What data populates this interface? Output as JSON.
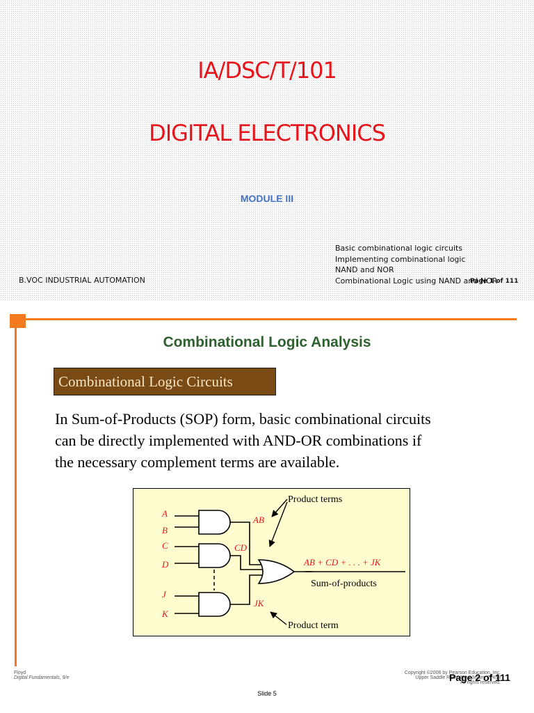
{
  "slide1": {
    "course_code": "IA/DSC/T/101",
    "course_title": "DIGITAL ELECTRONICS",
    "module": "MODULE III",
    "topics": [
      "Basic combinational logic circuits",
      "Implementing combinational logic",
      "NAND and NOR",
      "Combinational Logic using NAND and NOR"
    ],
    "program": "B.VOC INDUSTRIAL AUTOMATION",
    "page_label": "Page 1 of 111"
  },
  "slide2": {
    "heading": "Combinational Logic Analysis",
    "subheading": "Combinational Logic Circuits",
    "paragraph_lines": [
      "In Sum-of-Products (SOP) form, basic combinational circuits",
      "can be directly implemented with AND-OR combinations if",
      "the necessary complement terms are available."
    ],
    "diagram": {
      "inputs": [
        "A",
        "B",
        "C",
        "D",
        "J",
        "K"
      ],
      "terms": [
        "AB",
        "CD",
        "JK"
      ],
      "product_terms_label": "Product terms",
      "product_term_label": "Product term",
      "output_expr": "AB + CD + . . . + JK",
      "output_label": "Sum-of-products"
    },
    "footer_left": [
      "Floyd",
      "Digital Fundamentals, 9/e"
    ],
    "footer_right": [
      "Copyright ©2006 by Pearson Education, Inc.",
      "Upper Saddle River, New Jersey 07458",
      "All rights reserved."
    ],
    "page_label": "Page 2 of 111",
    "slide_number": "Slide 5"
  },
  "colors": {
    "title_red": "#e8141c",
    "module_blue": "#4472c4",
    "accent_orange": "#f47a20",
    "heading_green": "#2e5f2e",
    "subheading_bg": "#7a4a14",
    "diagram_bg": "#fffdd0",
    "label_red": "#e8141c"
  }
}
